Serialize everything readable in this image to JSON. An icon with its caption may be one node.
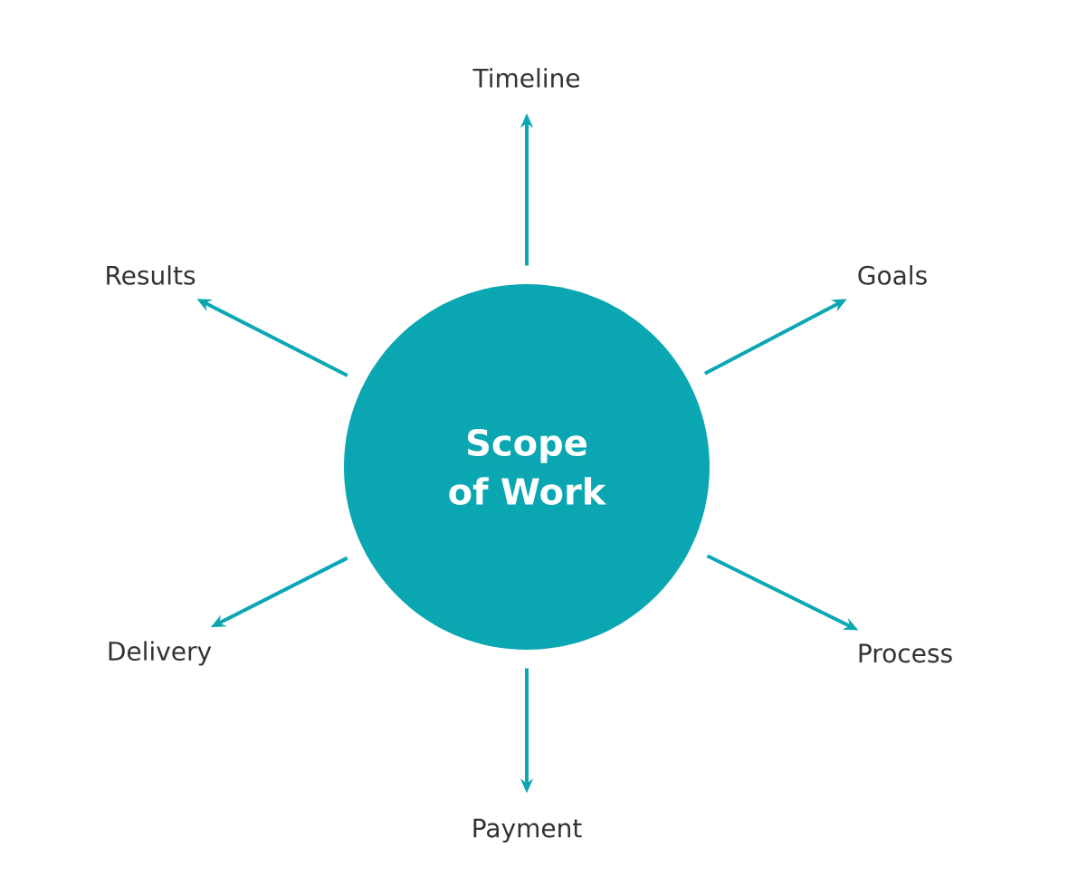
{
  "diagram": {
    "nodes": [
      {
        "text": [
          "Scope of Work"
        ]
      },
      {
        "text": [
          "Timeline"
        ]
      },
      {
        "text": [
          "Goals"
        ]
      },
      {
        "text": [
          "Process"
        ]
      },
      {
        "text": [
          "Payment"
        ]
      },
      {
        "text": [
          "Delivery"
        ]
      },
      {
        "text": [
          "Results"
        ]
      }
    ],
    "edges": [
      {
        "from": 0,
        "to": 1,
        "arrow": "to"
      },
      {
        "from": 0,
        "to": 2,
        "arrow": "to"
      },
      {
        "from": 0,
        "to": 3,
        "arrow": "to"
      },
      {
        "from": 0,
        "to": 4,
        "arrow": "to"
      },
      {
        "from": 0,
        "to": 5,
        "arrow": "to"
      },
      {
        "from": 0,
        "to": 6,
        "arrow": "to"
      }
    ]
  }
}
